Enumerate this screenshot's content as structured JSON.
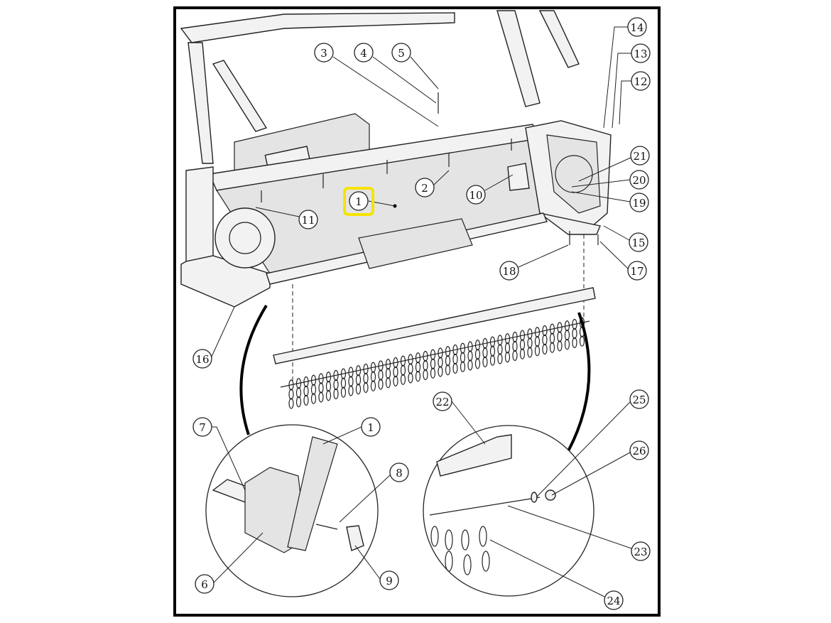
{
  "diagram": {
    "title": "Chain guard assembly exploded view",
    "highlighted_callout": "1",
    "highlight_color": "#f5e400",
    "callouts": [
      "1",
      "2",
      "3",
      "4",
      "5",
      "10",
      "11",
      "12",
      "13",
      "14",
      "15",
      "16",
      "17",
      "18",
      "19",
      "20",
      "21",
      "22",
      "23",
      "24",
      "25",
      "26",
      "7",
      "1",
      "8",
      "6",
      "9"
    ]
  }
}
